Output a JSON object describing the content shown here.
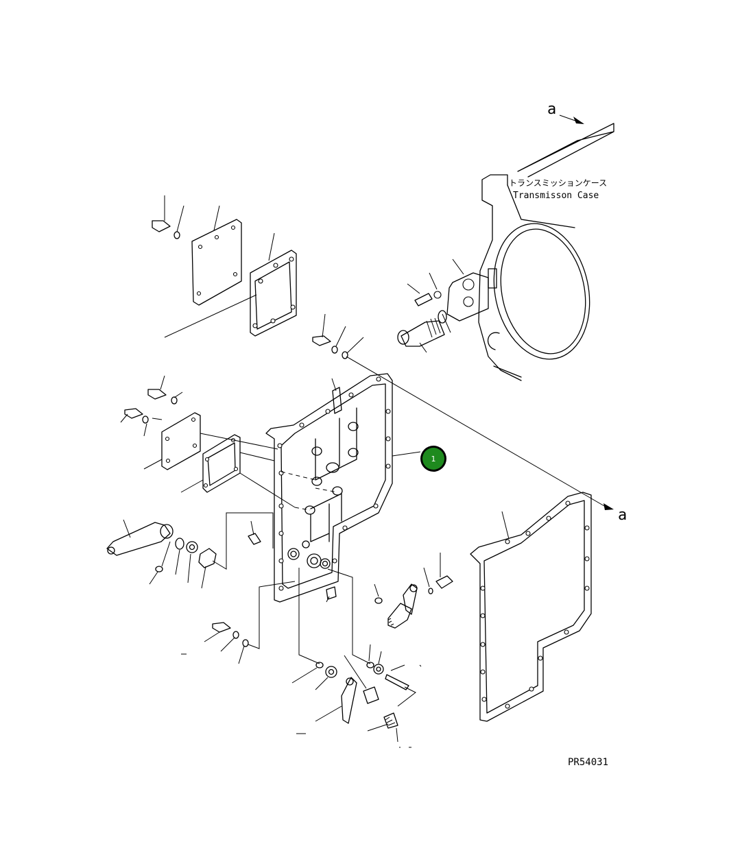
{
  "labels": {
    "case_jp": "トランスミッションケース",
    "case_en": "Transmisson Case",
    "arrow_top": "a",
    "arrow_right": "a",
    "drawing_number": "PR54031"
  },
  "callouts": [
    {
      "number": "1",
      "color": "#1e8a1e"
    }
  ]
}
